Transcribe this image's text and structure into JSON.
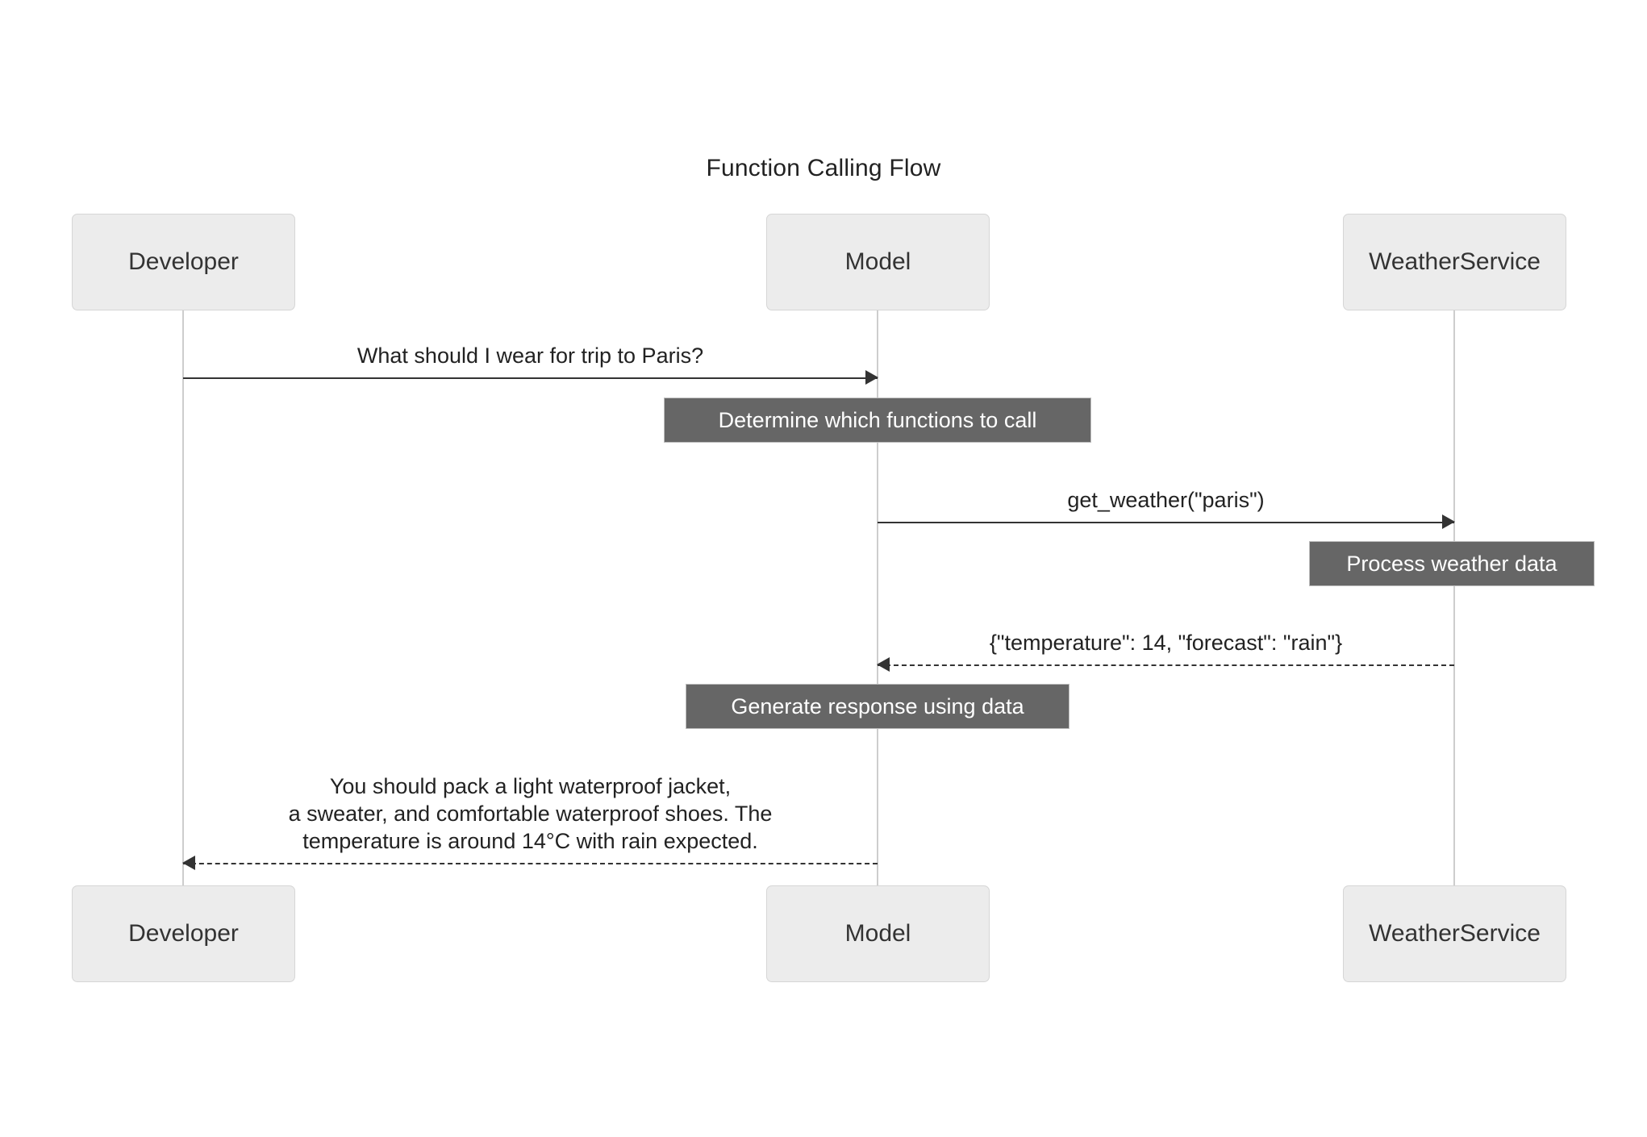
{
  "diagram": {
    "type": "sequence-diagram",
    "title": "Function Calling Flow",
    "background_color": "#ffffff",
    "participants": [
      {
        "id": "developer",
        "label": "Developer"
      },
      {
        "id": "model",
        "label": "Model"
      },
      {
        "id": "weatherservice",
        "label": "WeatherService"
      }
    ],
    "colors": {
      "participant_fill": "#ECECEC",
      "participant_border": "#D6D6D6",
      "participant_text": "#333333",
      "lifeline": "#CDCDCD",
      "arrow": "#333333",
      "note_fill": "#666666",
      "note_text": "#FFFFFF",
      "title_text": "#222222"
    },
    "messages": [
      {
        "id": "m1",
        "from": "developer",
        "to": "model",
        "label": "What should I wear for trip to Paris?",
        "style": "solid",
        "direction": "right"
      },
      {
        "id": "m2",
        "from": "model",
        "to": "weatherservice",
        "label": "get_weather(\"paris\")",
        "style": "solid",
        "direction": "right"
      },
      {
        "id": "m3",
        "from": "weatherservice",
        "to": "model",
        "label": "{\"temperature\": 14, \"forecast\": \"rain\"}",
        "style": "dashed",
        "direction": "left"
      },
      {
        "id": "m4",
        "from": "model",
        "to": "developer",
        "label": "You should pack a light waterproof jacket,\na sweater, and comfortable waterproof shoes. The\ntemperature is around 14°C with rain expected.",
        "style": "dashed",
        "direction": "left"
      }
    ],
    "notes": [
      {
        "id": "n1",
        "over": "model",
        "label": "Determine which functions to call"
      },
      {
        "id": "n2",
        "over": "weatherservice",
        "label": "Process weather data"
      },
      {
        "id": "n3",
        "over": "model",
        "label": "Generate response using data"
      }
    ]
  }
}
